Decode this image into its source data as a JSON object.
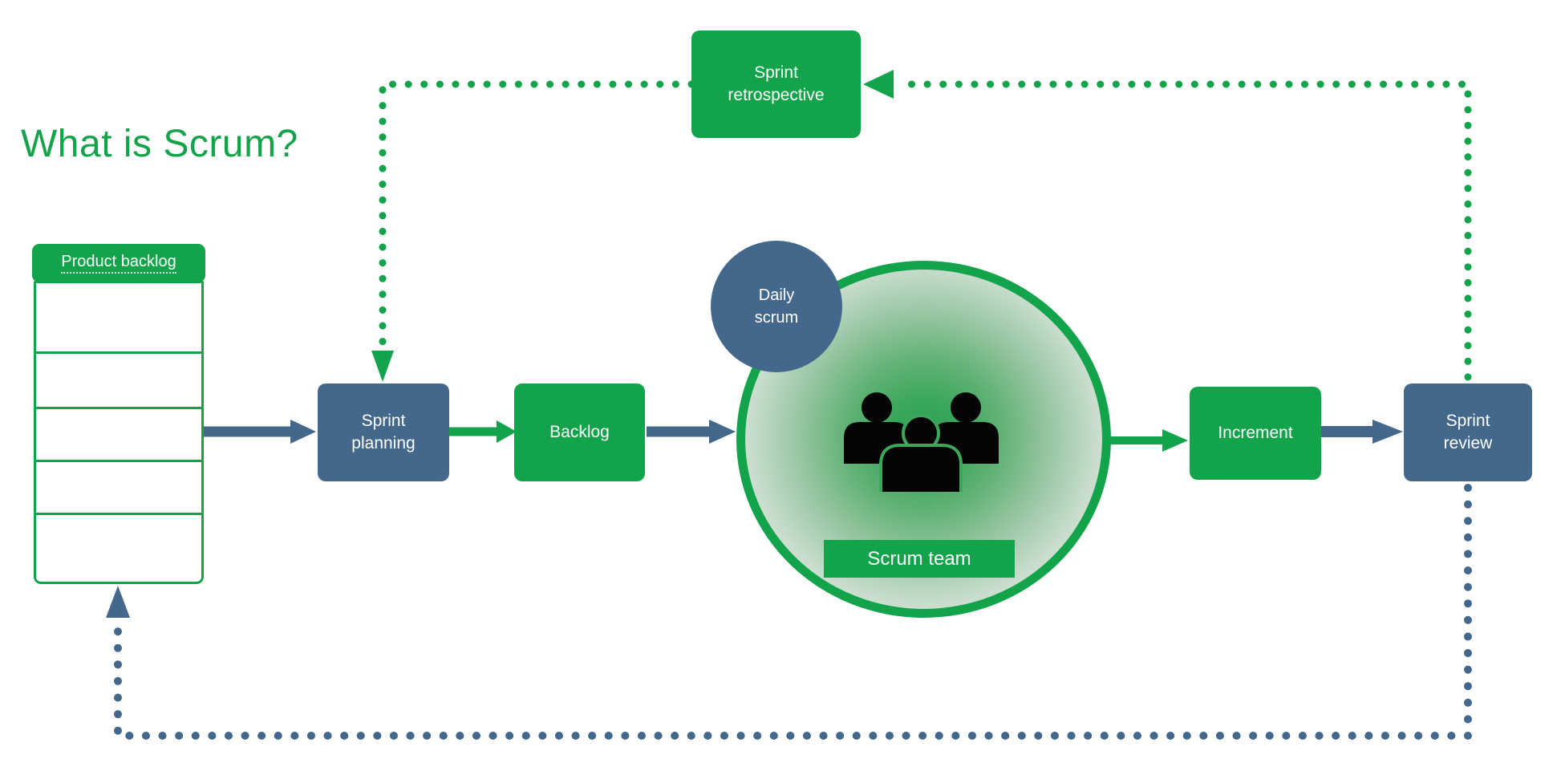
{
  "title": "What is Scrum?",
  "colors": {
    "green": "#12a34b",
    "slate": "#44688c",
    "icon_black": "#050505",
    "background": "#ffffff"
  },
  "icons": {
    "scrum_team": "people-group-icon"
  },
  "diagram": {
    "product_backlog": {
      "label": "Product backlog",
      "rows": 5
    },
    "nodes": {
      "sprint_planning": {
        "label": "Sprint planning"
      },
      "backlog": {
        "label": "Backlog"
      },
      "daily_scrum": {
        "label": "Daily scrum"
      },
      "scrum_team": {
        "label": "Scrum team"
      },
      "increment": {
        "label": "Increment"
      },
      "sprint_review": {
        "label": "Sprint review"
      },
      "sprint_retrospective": {
        "label": "Sprint retrospective"
      }
    },
    "flows": [
      "Product backlog → Sprint planning",
      "Sprint planning → Backlog",
      "Backlog → Scrum team",
      "Scrum team → Increment",
      "Increment → Sprint review",
      "Sprint review ⇢ Sprint retrospective (dotted)",
      "Sprint retrospective ⇢ Sprint planning (dotted)",
      "Sprint review ⇢ Product backlog (dotted)"
    ]
  }
}
